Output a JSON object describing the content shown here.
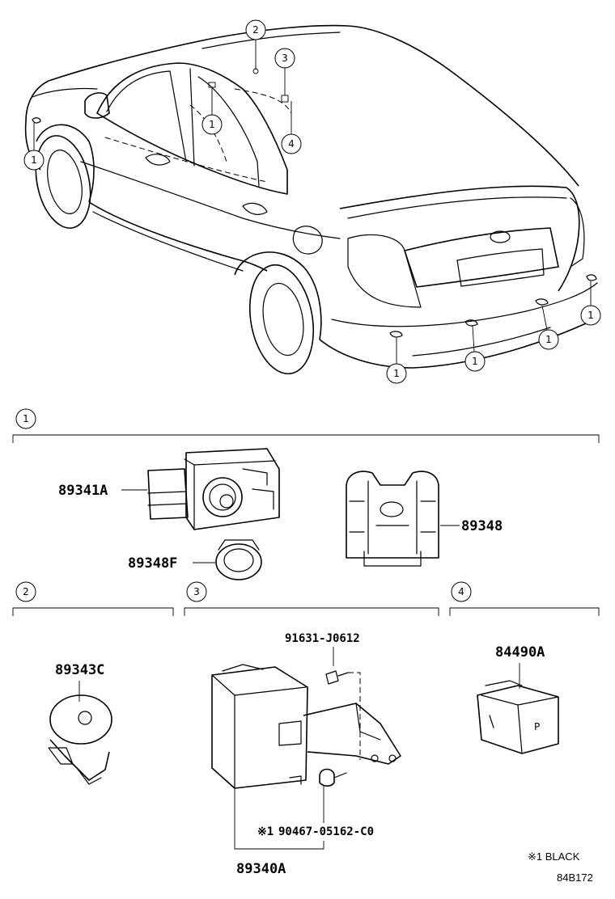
{
  "callouts": [
    "1",
    "2",
    "3",
    "4"
  ],
  "parts": {
    "p89341A": "89341A",
    "p89348F": "89348F",
    "p89348": "89348",
    "p89343C": "89343C",
    "p91631": "91631-J0612",
    "p84490A": "84490A",
    "p90467_mark": "※1",
    "p90467": "90467-05162-C0",
    "p89340A": "89340A"
  },
  "footnote": "※1 BLACK",
  "figure_id": "84B172",
  "switch_glyph": "P"
}
